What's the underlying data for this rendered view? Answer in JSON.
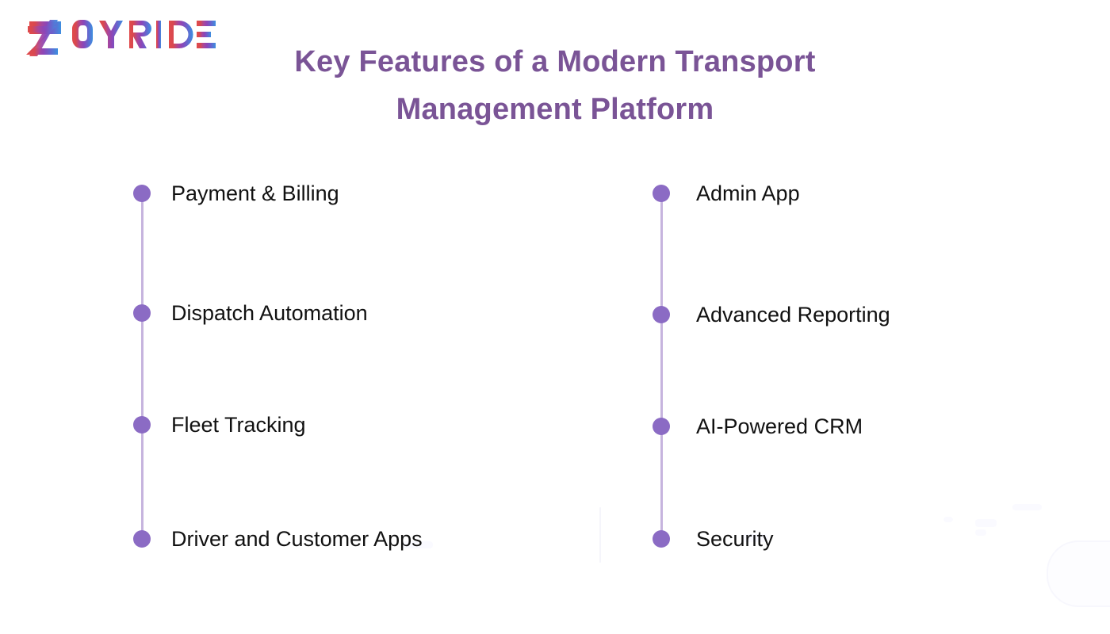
{
  "brand": {
    "logo_text": "ZOYRIDE",
    "logo_letters": [
      "Z",
      "O",
      "Y",
      "R",
      "I",
      "D",
      "E"
    ],
    "gradient_start": "#e14b4b",
    "gradient_mid": "#8b46b8",
    "gradient_end": "#3d8fe0"
  },
  "title": {
    "line1": "Key Features of a Modern Transport",
    "line2": "Management Platform",
    "full": "Key Features of a Modern Transport Management Platform",
    "color": "#7a5496"
  },
  "theme": {
    "background": "#ffffff",
    "dot_color": "#8b6bc4",
    "spine_color": "#c6b4de",
    "label_color": "#111111",
    "watermark_color": "#fafaff"
  },
  "columns": [
    {
      "id": "left",
      "items": [
        {
          "label": "Dispatch Automation",
          "marker": "bullet-dot"
        },
        {
          "label": "Fleet Tracking",
          "marker": "bullet-dot"
        },
        {
          "label": "Driver and Customer Apps",
          "marker": "bullet-dot"
        },
        {
          "label": "Payment & Billing",
          "marker": "bullet-dot"
        }
      ]
    },
    {
      "id": "right",
      "items": [
        {
          "label": "Advanced Reporting",
          "marker": "bullet-dot"
        },
        {
          "label": "AI-Powered CRM",
          "marker": "bullet-dot"
        },
        {
          "label": "Security",
          "marker": "bullet-dot"
        },
        {
          "label": "Admin App",
          "marker": "bullet-dot"
        }
      ]
    }
  ]
}
